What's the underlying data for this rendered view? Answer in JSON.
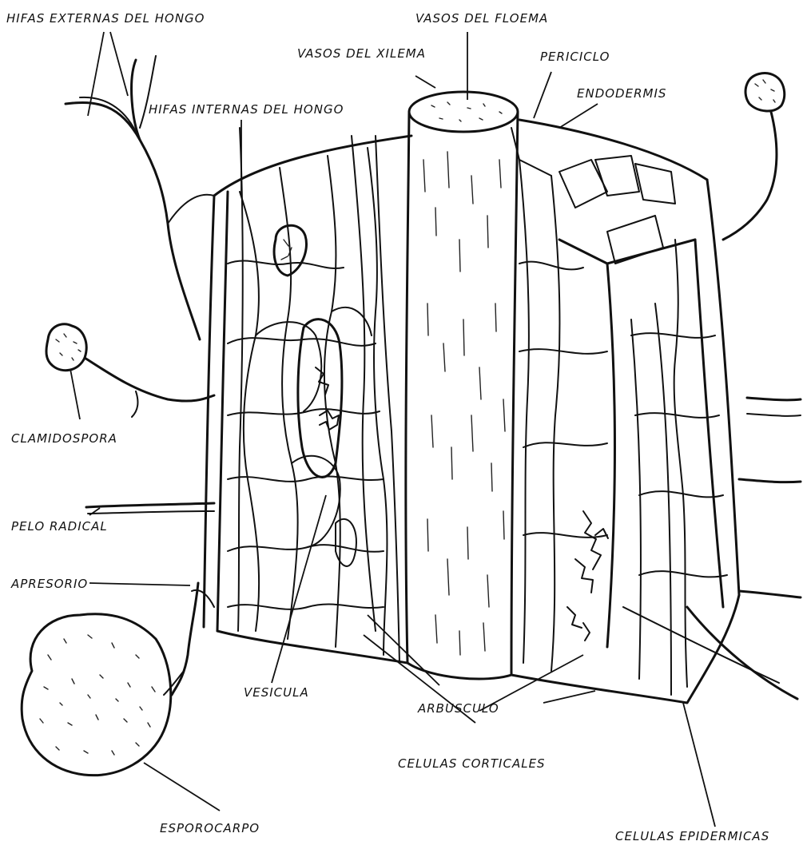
{
  "labels": {
    "hifas_externas": "HIFAS EXTERNAS DEL HONGO",
    "vasos_floema": "VASOS DEL FLOEMA",
    "vasos_xilema": "VASOS DEL XILEMA",
    "periciclo": "PERICICLO",
    "endodermis": "ENDODERMIS",
    "hifas_internas": "HIFAS INTERNAS DEL HONGO",
    "clamidospora": "CLAMIDOSPORA",
    "pelo_radical": "PELO RADICAL",
    "apresorio": "APRESORIO",
    "vesicula": "VESICULA",
    "arbusculo": "ARBUSCULO",
    "celulas_corticales": "CELULAS CORTICALES",
    "esporocarpo": "ESPOROCARPO",
    "celulas_epidermicas": "CELULAS EPIDERMICAS"
  }
}
